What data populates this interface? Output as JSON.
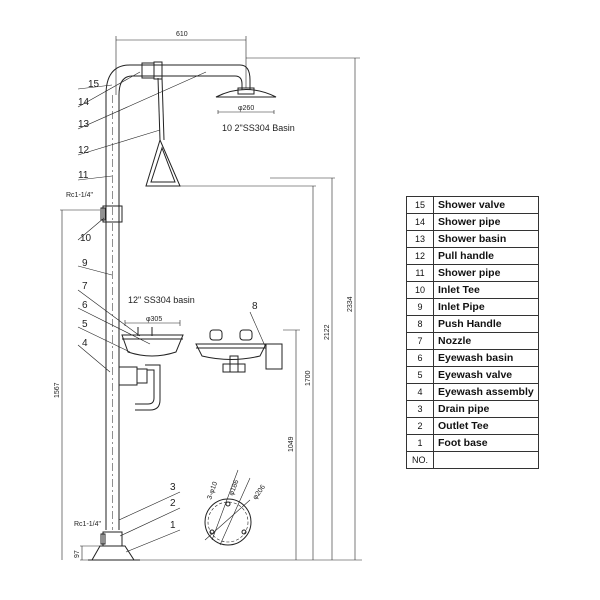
{
  "dimensions": {
    "overall_width": "610",
    "shower_diameter": "φ260",
    "eyewash_diameter": "φ305",
    "height_total": "2334",
    "height_2122": "2122",
    "height_1700": "1700",
    "height_1049": "1049",
    "height_1567": "1567",
    "height_97": "97",
    "tee_thread_upper": "Rc1-1/4\"",
    "tee_thread_lower": "Rc1-1/4\"",
    "base_holes": "3-φ10",
    "base_bolt_circle": "φ186",
    "base_diameter": "φ206"
  },
  "labels": {
    "shower_basin": "10 2\"SS304 Basin",
    "eyewash_basin": "12\" SS304 basin"
  },
  "callouts": [
    "15",
    "14",
    "13",
    "12",
    "11",
    "10",
    "9",
    "8",
    "7",
    "6",
    "5",
    "4",
    "3",
    "2",
    "1"
  ],
  "parts_table": {
    "header_no": "NO.",
    "rows": [
      {
        "no": "15",
        "name": "Shower valve"
      },
      {
        "no": "14",
        "name": "Shower pipe"
      },
      {
        "no": "13",
        "name": "Shower basin"
      },
      {
        "no": "12",
        "name": "Pull handle"
      },
      {
        "no": "11",
        "name": "Shower pipe"
      },
      {
        "no": "10",
        "name": "Inlet Tee"
      },
      {
        "no": "9",
        "name": "Inlet Pipe"
      },
      {
        "no": "8",
        "name": "Push Handle"
      },
      {
        "no": "7",
        "name": "Nozzle"
      },
      {
        "no": "6",
        "name": "Eyewash basin"
      },
      {
        "no": "5",
        "name": "Eyewash valve"
      },
      {
        "no": "4",
        "name": "Eyewash assembly"
      },
      {
        "no": "3",
        "name": "Drain pipe"
      },
      {
        "no": "2",
        "name": "Outlet Tee"
      },
      {
        "no": "1",
        "name": "Foot base"
      }
    ]
  }
}
